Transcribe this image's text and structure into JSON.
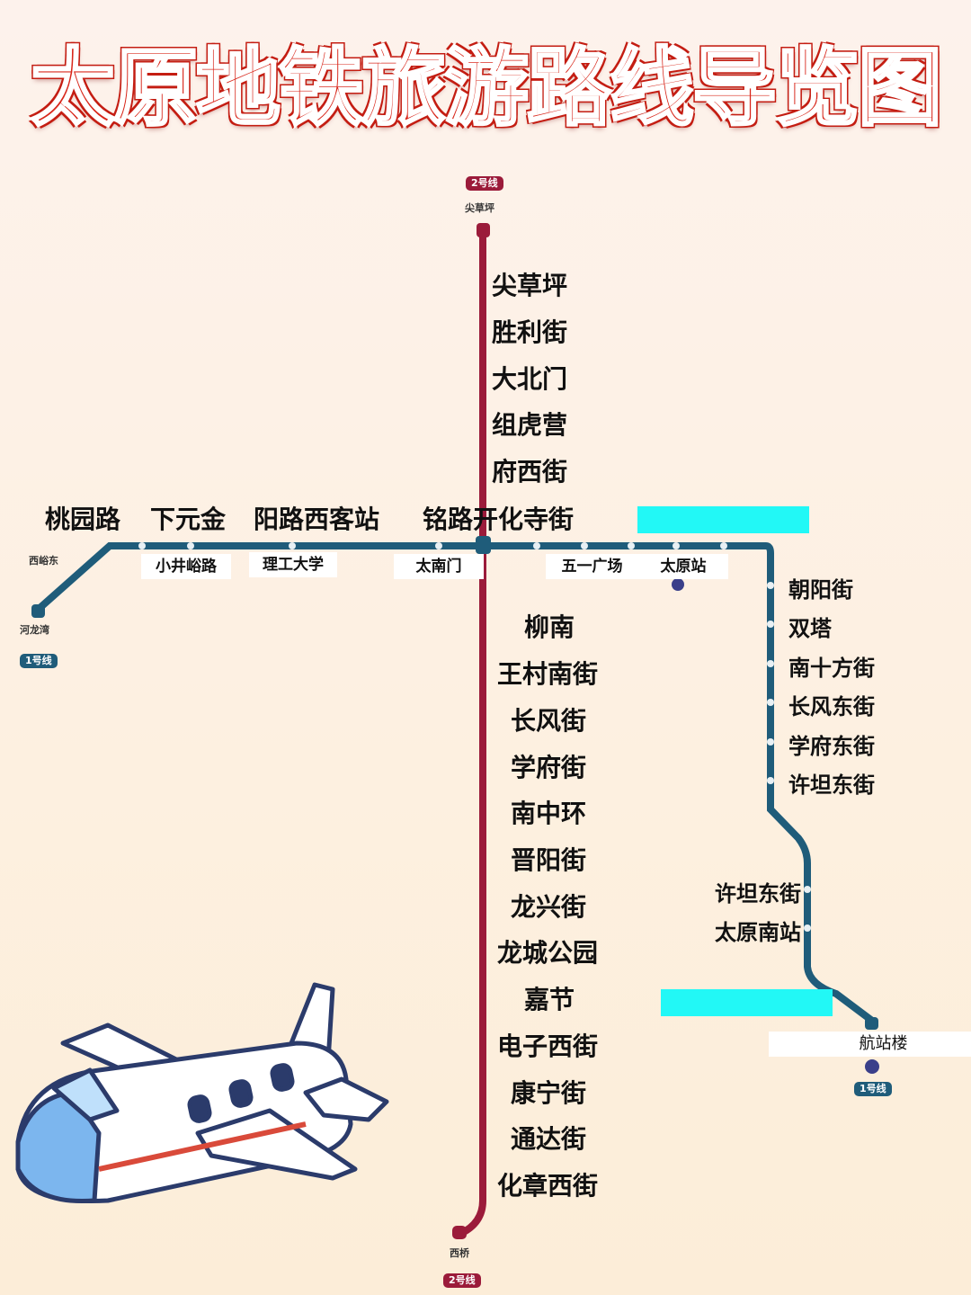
{
  "title": "太原地铁旅游路线导览图",
  "colors": {
    "line1": "#1f5c7a",
    "line2": "#9b1b3a",
    "title": "#d8261a",
    "highlight": "#22f8f6"
  },
  "line2": {
    "badge": "2号线",
    "north_terminal": "尖草坪",
    "south_terminal": "西桥",
    "north_stations": [
      "尖草坪",
      "胜利街",
      "大北门",
      "组虎营",
      "府西街"
    ],
    "south_stations": [
      "柳南",
      "王村南街",
      "长风街",
      "学府街",
      "南中环",
      "晋阳街",
      "龙兴街",
      "龙城公园",
      "嘉节",
      "电子西街",
      "康宁街",
      "通达街",
      "化章西街"
    ]
  },
  "line1": {
    "badge": "1号线",
    "west_terminal": "河龙湾",
    "west_upper": "西峪东",
    "top_labels": [
      "桃园路",
      "下元金",
      "阳路西客站",
      "铭路开化寺街"
    ],
    "box_labels": [
      "小井峪路",
      "理工大学",
      "太南门",
      "五一广场",
      "太原站"
    ],
    "east_stations": [
      "朝阳街",
      "双塔",
      "南十方街",
      "长风东街",
      "学府东街",
      "许坦东街"
    ],
    "south_stations": [
      "许坦东街",
      "太原南站"
    ],
    "airport": "航站楼",
    "airport_icon": "airplane-icon",
    "rail_icon": "train-station-icon"
  },
  "decoration": {
    "icon": "airplane-illustration"
  }
}
